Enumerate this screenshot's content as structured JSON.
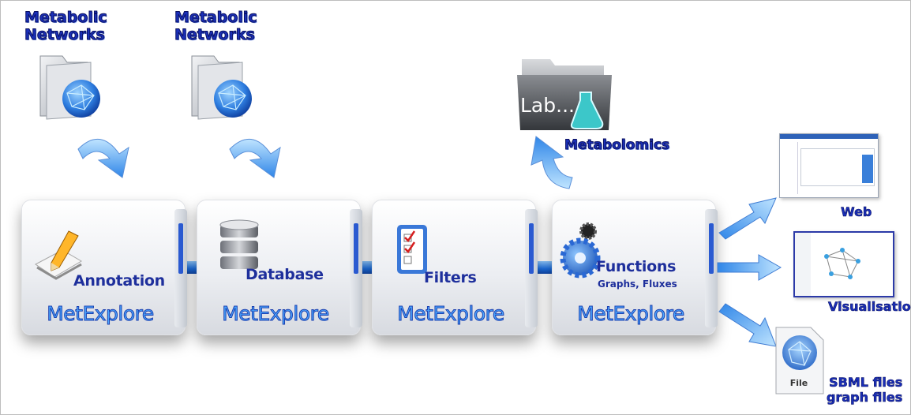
{
  "inputs": [
    {
      "line1": "Metabolic",
      "line2": "Networks"
    },
    {
      "line1": "Metabolic",
      "line2": "Networks"
    }
  ],
  "lab": {
    "folder_text": "Lab...",
    "label": "Metabolomics"
  },
  "modules": [
    {
      "caption": "Annotation",
      "label": "MetExplore",
      "icon": "pencil-icon"
    },
    {
      "caption": "Database",
      "label": "MetExplore",
      "icon": "database-icon"
    },
    {
      "caption": "Filters",
      "label": "MetExplore",
      "icon": "checklist-icon"
    },
    {
      "caption": "Functions",
      "subcaption": "Graphs, Fluxes",
      "label": "MetExplore",
      "icon": "gear-icon"
    }
  ],
  "outputs": [
    {
      "label": "Web"
    },
    {
      "label": "Visualisation"
    },
    {
      "line1": "SBML files",
      "line2": "graph files",
      "file_text": "File"
    }
  ],
  "colors": {
    "text_blue": "#1a2fb8",
    "arrow_blue": "#2f86e8",
    "module_label": "#4aa8ff",
    "connector": "#1d6fe0"
  }
}
